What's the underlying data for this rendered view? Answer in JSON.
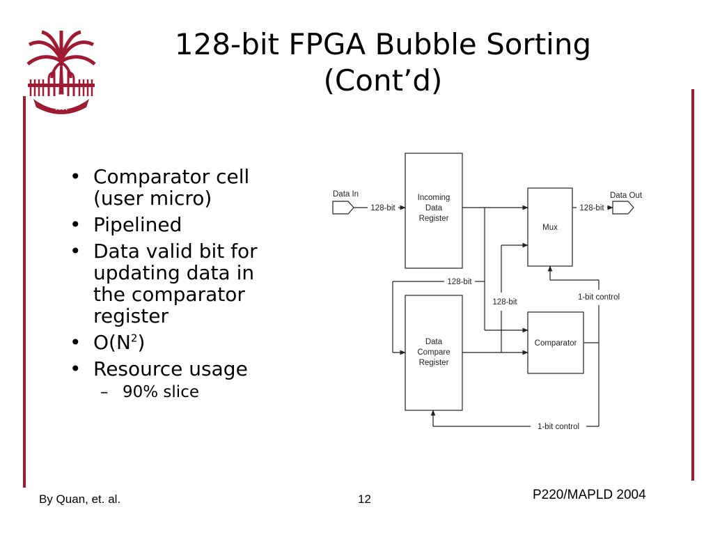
{
  "slide": {
    "title_line1": "128-bit FPGA Bubble Sorting",
    "title_line2": "(Cont’d)",
    "accent_color": "#9e1b32"
  },
  "bullets": {
    "b1_line1": "Comparator cell",
    "b1_line2": "(user micro)",
    "b2": "Pipelined",
    "b3_line1": "Data valid bit for",
    "b3_line2": "updating data in",
    "b3_line3": "the comparator",
    "b3_line4": "register",
    "b4_base": "O(N",
    "b4_sup": "2",
    "b4_close": ")",
    "b5": "Resource usage",
    "b5_sub": "90% slice"
  },
  "diagram": {
    "nodes": {
      "data_in": "Data In",
      "data_out": "Data Out",
      "incoming_line1": "Incoming",
      "incoming_line2": "Data",
      "incoming_line3": "Register",
      "compare_line1": "Data",
      "compare_line2": "Compare",
      "compare_line3": "Register",
      "mux": "Mux",
      "comparator": "Comparator"
    },
    "edges": {
      "in_width": "128-bit",
      "out_width": "128-bit",
      "feedback_width": "128-bit",
      "compare_width": "128-bit",
      "mux_control": "1-bit control",
      "register_control": "1-bit control"
    }
  },
  "footer": {
    "author": "By Quan, et. al.",
    "page_number": "12",
    "conference": "P220/MAPLD 2004"
  }
}
